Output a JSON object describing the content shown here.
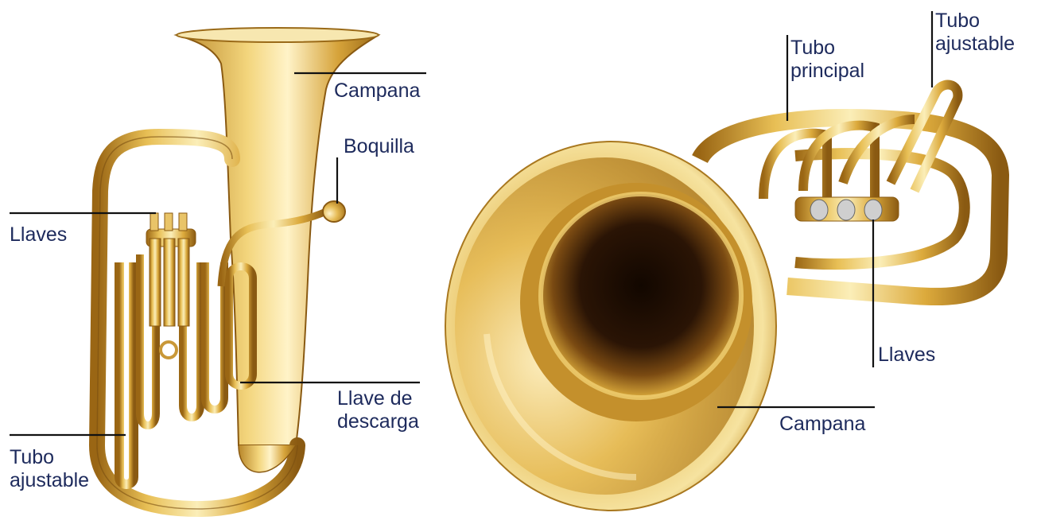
{
  "diagram": {
    "left_view": {
      "labels": {
        "campana": "Campana",
        "boquilla": "Boquilla",
        "llaves": "Llaves",
        "llave_de_descarga": "Llave de\ndescarga",
        "tubo_ajustable": "Tubo\najustable"
      }
    },
    "right_view": {
      "labels": {
        "tubo_principal": "Tubo\nprincipal",
        "tubo_ajustable": "Tubo\najustable",
        "llaves": "Llaves",
        "campana": "Campana"
      }
    },
    "colors": {
      "label_text": "#1d2a5c",
      "leader_line": "#111111",
      "brass_light": "#f6e3a0",
      "brass_mid": "#d9a83a",
      "brass_dark": "#8a5a12",
      "bell_interior": "#1a0c04"
    }
  }
}
